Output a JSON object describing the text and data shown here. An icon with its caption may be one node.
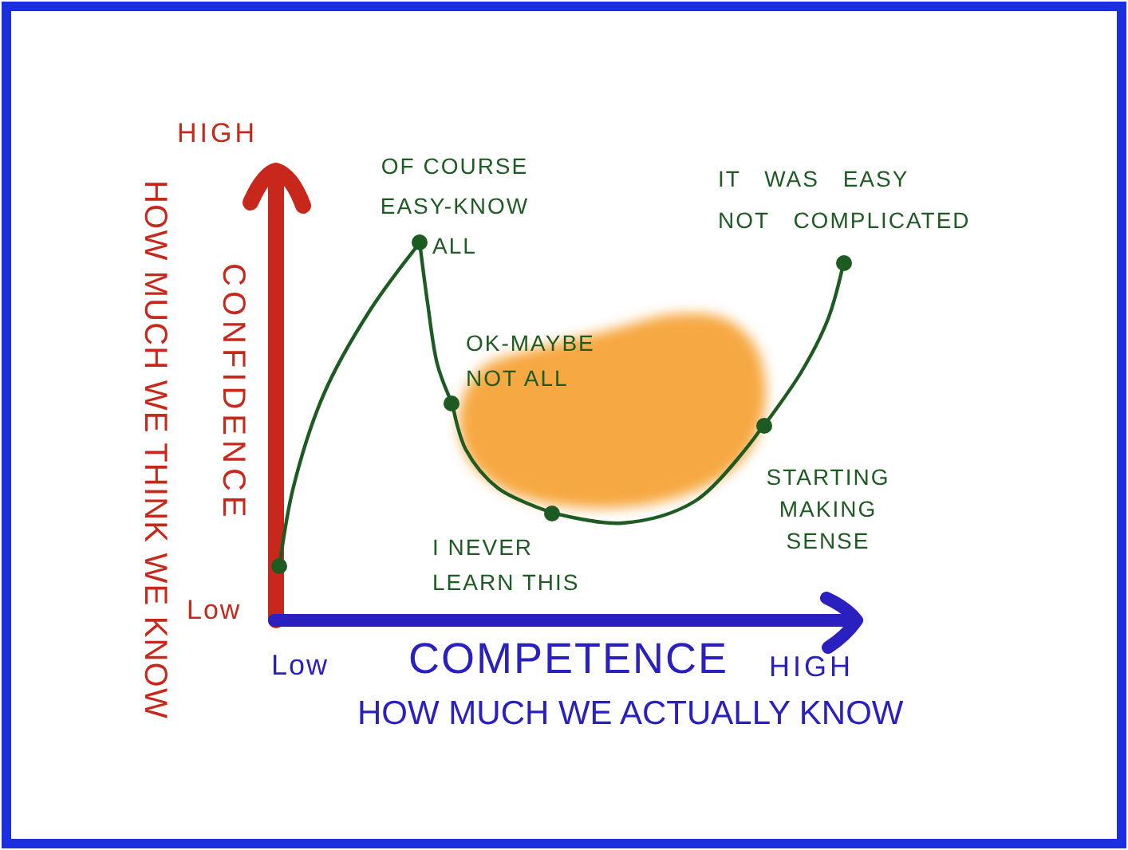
{
  "diagram": {
    "nodes": [
      {
        "text": [],
        "shape": "circle"
      },
      {
        "text": [],
        "shape": "circle",
        "beside": [
          "OF COURSE EASY-KNOW ALL"
        ]
      },
      {
        "text": [],
        "shape": "circle",
        "beside": [
          "OK-MAYBE NOT ALL"
        ]
      },
      {
        "text": [],
        "shape": "circle",
        "beside": [
          "I NEVER LEARN THIS"
        ]
      },
      {
        "text": [],
        "shape": "circle",
        "beside": [
          "STARTING MAKING SENSE"
        ]
      },
      {
        "text": [],
        "shape": "circle",
        "beside": [
          "IT WAS EASY NOT COMPLICATED"
        ]
      }
    ],
    "edges": [
      {
        "from": 0,
        "to": 1,
        "arrow": "none"
      },
      {
        "from": 1,
        "to": 2,
        "arrow": "none"
      },
      {
        "from": 2,
        "to": 3,
        "arrow": "none"
      },
      {
        "from": 3,
        "to": 4,
        "arrow": "none"
      },
      {
        "from": 4,
        "to": 5,
        "arrow": "none"
      }
    ],
    "labels": [
      "HIGH",
      "HOW MUCH WE THINK WE KNOW",
      "CONFIDENCE",
      "Low",
      "Low",
      "COMPETENCE",
      "HIGH",
      "HOW MUCH WE ACTUALLY KNOW"
    ]
  }
}
